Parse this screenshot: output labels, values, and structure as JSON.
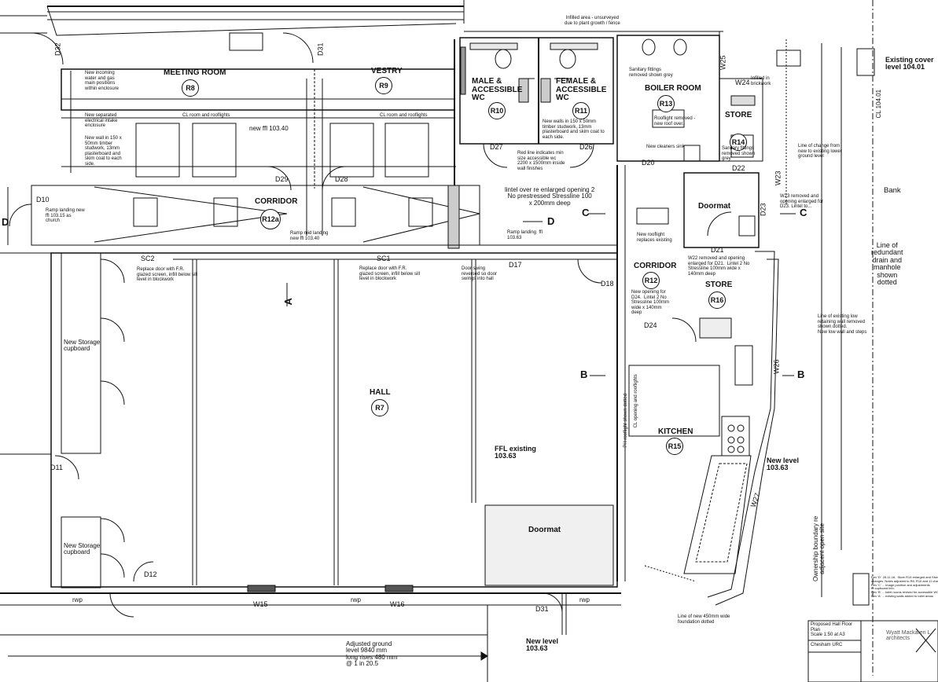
{
  "rooms": {
    "meeting": {
      "name": "MEETING ROOM",
      "tag": "R8"
    },
    "vestry": {
      "name": "VESTRY",
      "tag": "R9"
    },
    "male_wc": {
      "name": "MALE &\nACCESSIBLE\nWC",
      "tag": "R10"
    },
    "female_wc": {
      "name": "FEMALE &\nACCESSIBLE\nWC",
      "tag": "R11"
    },
    "boiler": {
      "name": "BOILER ROOM",
      "tag": "R13"
    },
    "store_top": {
      "name": "STORE",
      "tag": "R14"
    },
    "corridor_left": {
      "name": "CORRIDOR",
      "tag": "R12a"
    },
    "doormat_top": {
      "name": "Doormat"
    },
    "corridor_right": {
      "name": "CORRIDOR",
      "tag": "R12"
    },
    "store_mid": {
      "name": "STORE",
      "tag": "R16"
    },
    "hall": {
      "name": "HALL",
      "tag": "R7"
    },
    "kitchen": {
      "name": "KITCHEN",
      "tag": "R15"
    },
    "doormat_hall": {
      "name": "Doormat"
    }
  },
  "doors": {
    "d32": "D32",
    "d31_top": "D31",
    "d10": "D10",
    "d29": "D29",
    "d28": "D28",
    "d27": "D27",
    "d26": "D26",
    "d20": "D20",
    "d22": "D22",
    "d21": "D21",
    "d23": "D23",
    "d17": "D17",
    "d18": "D18",
    "d24": "D24",
    "d11": "D11",
    "d12": "D12",
    "d31_bottom": "D31"
  },
  "windows": {
    "w25": "W25",
    "w24": "W24",
    "w23": "W23",
    "w26": "W26",
    "w27": "W27",
    "w15": "W15",
    "w16": "W16"
  },
  "screens": {
    "sc2": "SC2",
    "sc1": "SC1"
  },
  "sections": {
    "a": "A",
    "b_left": "B",
    "b_right": "B",
    "c_left": "C",
    "c_right": "C",
    "d_left": "D",
    "d_right": "D"
  },
  "notes": {
    "infilled": "Infilled area - unsurveyed\ndue to plant growth / fence",
    "cover_level": "Existing cover\nlevel 104.01",
    "cl_level": "CL 104.01",
    "bank": "Bank",
    "incoming": "New incoming\nwater and gas\nmain positions\nwithin enclosure",
    "electrical": "New separated\nelectrical intake\nenclosure",
    "new_wall_meeting": "New wall in 150 x\n50mm timber\nstudwork, 13mm\nplasterboard and\nskim coat to each\nside.",
    "cl_room_left": "CL room and rooflights",
    "cl_room_right": "CL room and rooflights",
    "new_ffl": "new ffl 103.40",
    "wc_walls": "New walls in 150 x 50mm\ntimber studwork, 13mm\nplasterboard and skim coat to\neach side.",
    "red_line": "Red line indicates min\nsize accessible wc\n2200 x 1500mm inside\nwall finishes",
    "sanitary_boiler": "Sanitary fittings\nremoved shown grey",
    "rooflight_boiler": "Rooflight removed -\nnew roof over.",
    "cleaners_sink": "New cleaners sink",
    "sanitary_store": "Sanitary fittings\nremoved shown\ngrey",
    "infilled_brick": "Infilled in\nbrickwork",
    "line_change": "Line of change from\nnew to existing lower\nground level",
    "lintel": "lintel over re enlarged opening 2\nNo prestressed Stressline 100\nx 200mm deep",
    "w23_removed": "W23 removed and\nopening enlarged for\nD23. Lintel to...",
    "ramp_landing_left": "Ramp landing new\nffl 103.15 as\nchurch",
    "ramp_mid_landing": "Ramp mid landing\nnew ffl 103.40",
    "ramp_landing_right": "Ramp landing  ffl\n103.63",
    "new_rooflight": "New rooflight\nreplaces existing",
    "w22_removed": "W22 removed and opening\nenlarged for D21.  Lintel 2 No\nStressline 100mm wide x\n140mm deep",
    "redundant_drain": "Line of\nredundant\ndrain and\nmanhole\nshown\ndotted",
    "replace_door_left": "Replace door with F.R.\nglazed screen, infill below sill\nlevel in blockwork",
    "replace_door_right": "Replace door with F.R.\nglazed screen, infill below sill\nlevel in blockwork",
    "door_swing": "Door swing\nreversed so door\nswings into hall",
    "new_opening_d24": "New opening for\nD24.  Lintel 2 No\nStressline 100mm\nwide x 140mm\ndeep",
    "retaining_wall": "Line of existing low\nretaining wall removed\nshown dotted.\nNew low wall and steps",
    "storage_1": "New Storage\ncupboard",
    "storage_2": "New Storage\ncupboard",
    "ffl_existing": "FFL existing\n103.63",
    "new_level_kitchen": "New level\n103.63",
    "ownership": "Ownership boundary re\nadjacent open site",
    "foundation": "Line of new 450mm wide\nfoundation dotted",
    "adjusted_ground": "Adjusted ground\nlevel 9840 mm\nlong rises 480 mm\n@ 1 in 20.5",
    "new_level_bottom": "New level\n103.63",
    "rwp_1": "rwp",
    "rwp_2": "rwp",
    "rwp_3": "rwp",
    "kitchen_units_1": "CL opening and rooflights",
    "kitchen_units_2": "PH rooflight shown dotted"
  },
  "title_block": {
    "drawing_title": "Proposed Hall Floor\nPlan\nScale 1:50 at A3",
    "project": "Chesham URC",
    "firm": "Wyatt Mackaren L\narchitects",
    "rev_notes": "Rev 'D'  28.11.16.  Store R14 enlarged and Store\nchanges. Notes adjusted to R8, R10 and 11 changed.\nRev 'C' ... Image position and adjustments\nto cupboard info.\nRev 'B' ... toilet rooms revised for accessible WC.\nRev 'A' ... existing walls added to toilet areas"
  }
}
